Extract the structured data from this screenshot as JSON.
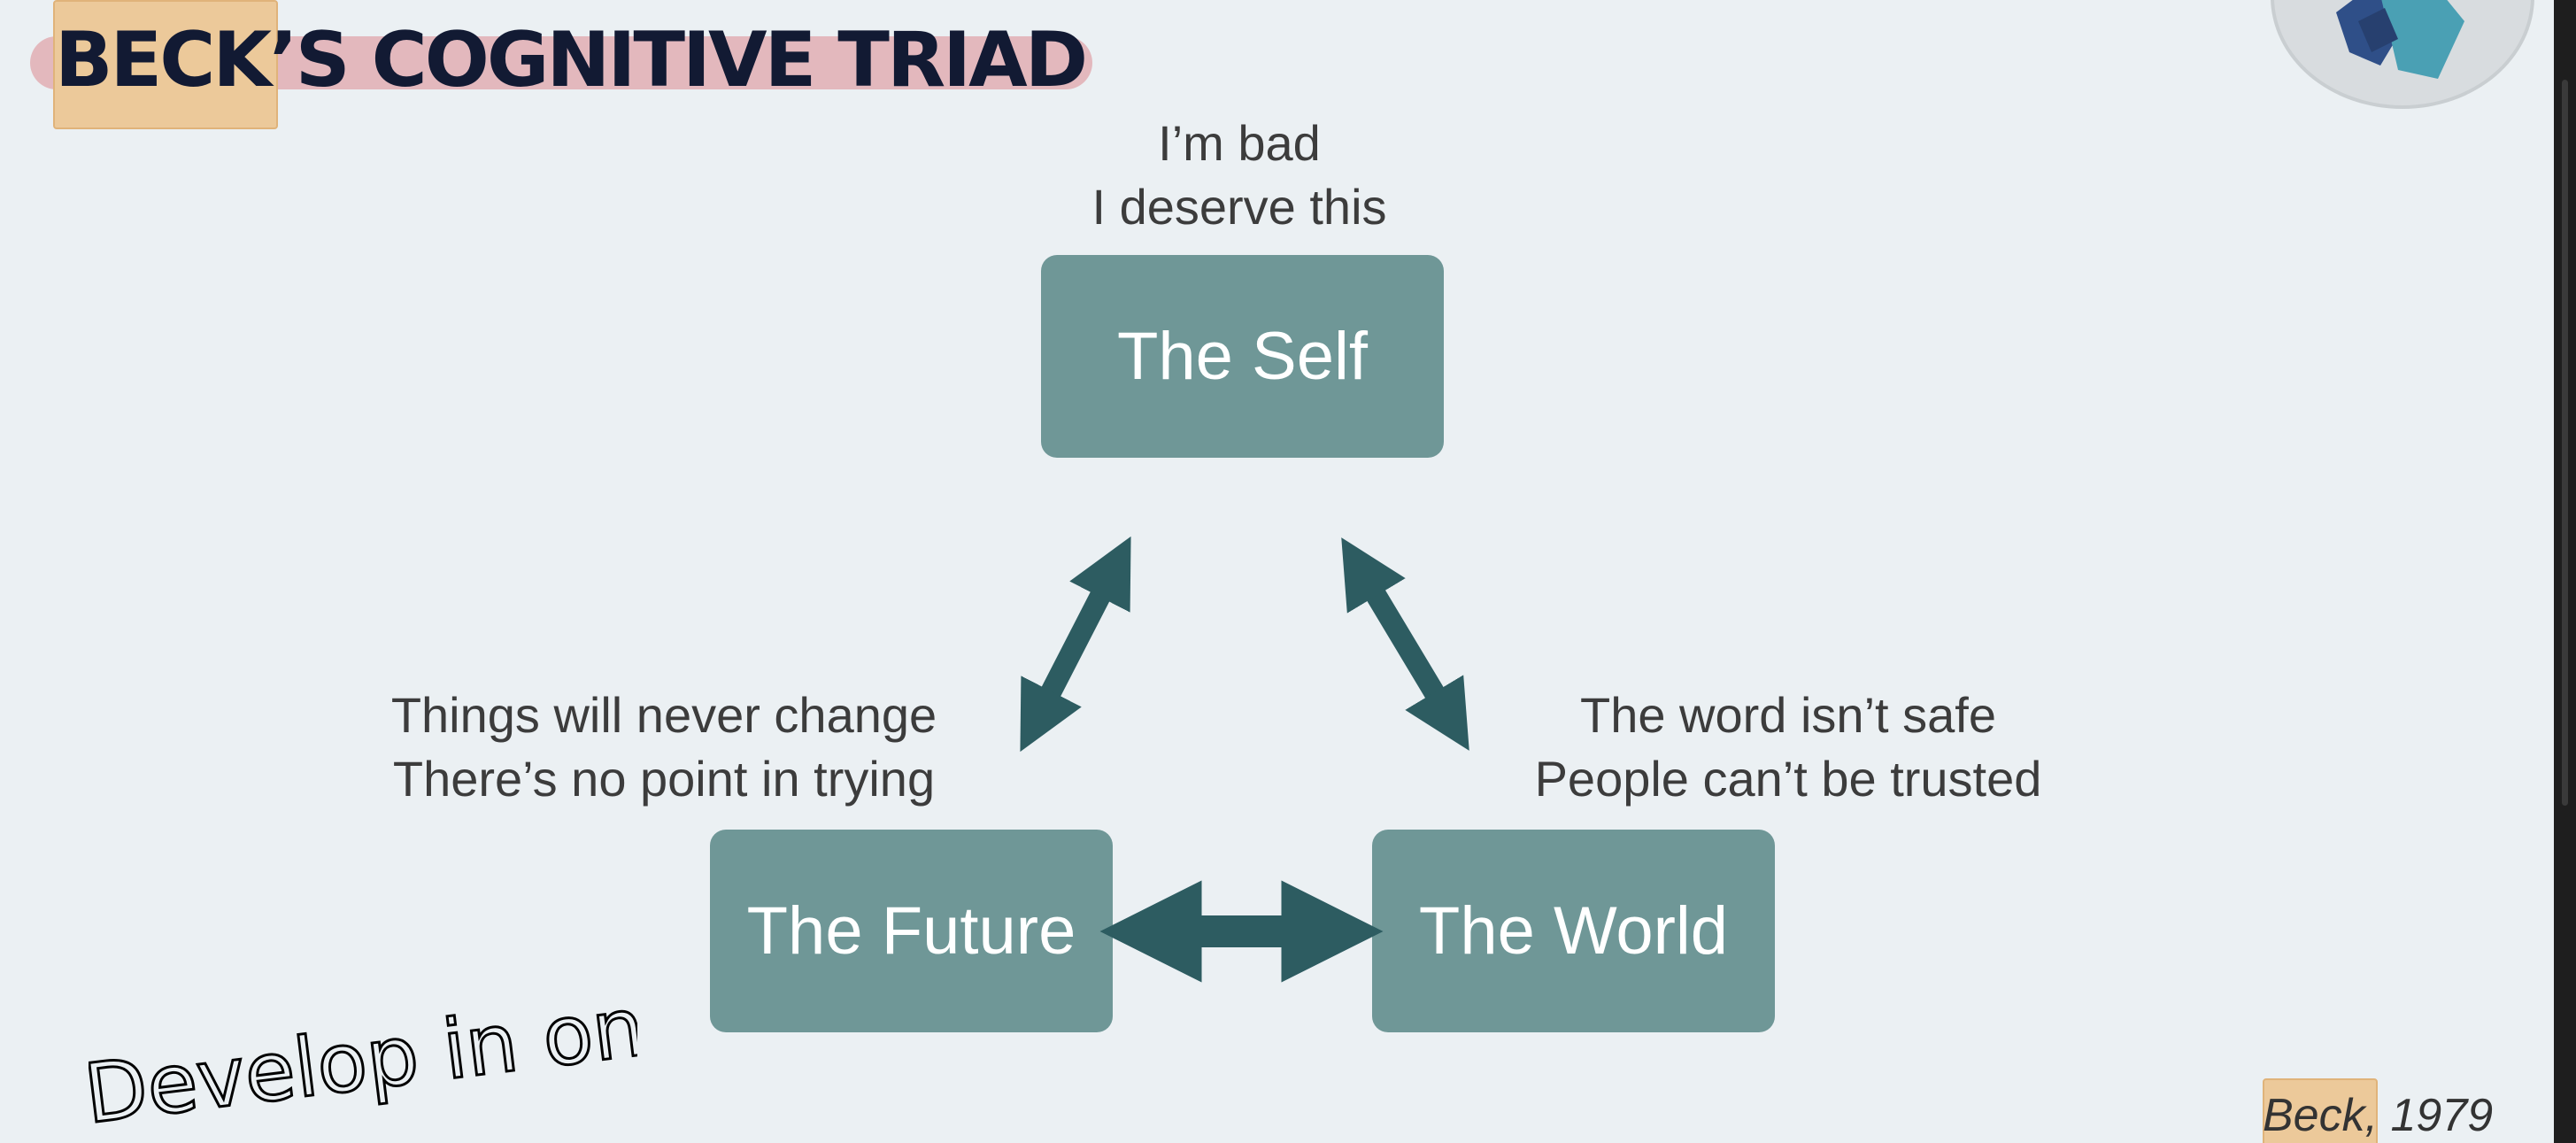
{
  "slide": {
    "title": "BECK’S COGNITIVE TRIAD",
    "nodes": {
      "self": "The Self",
      "future": "The Future",
      "world": "The World"
    },
    "captions": {
      "self": [
        "I’m bad",
        "I deserve this"
      ],
      "future": [
        "Things will never change",
        "There’s no point in trying"
      ],
      "world": [
        "The word isn’t safe",
        "People can’t be trusted"
      ]
    },
    "annotation": "Develop in onion",
    "citation": {
      "author": "Beck",
      "year": ", 1979"
    }
  },
  "colors": {
    "background": "#ebf0f3",
    "node_fill": "#6f9797",
    "arrow_fill": "#2d5c61",
    "title_text": "#121a33",
    "title_highlight": "#e3b8bd",
    "marker_highlight": "#ecc99a"
  },
  "icons": [
    "logo-badge-icon",
    "double-arrow-icon"
  ]
}
